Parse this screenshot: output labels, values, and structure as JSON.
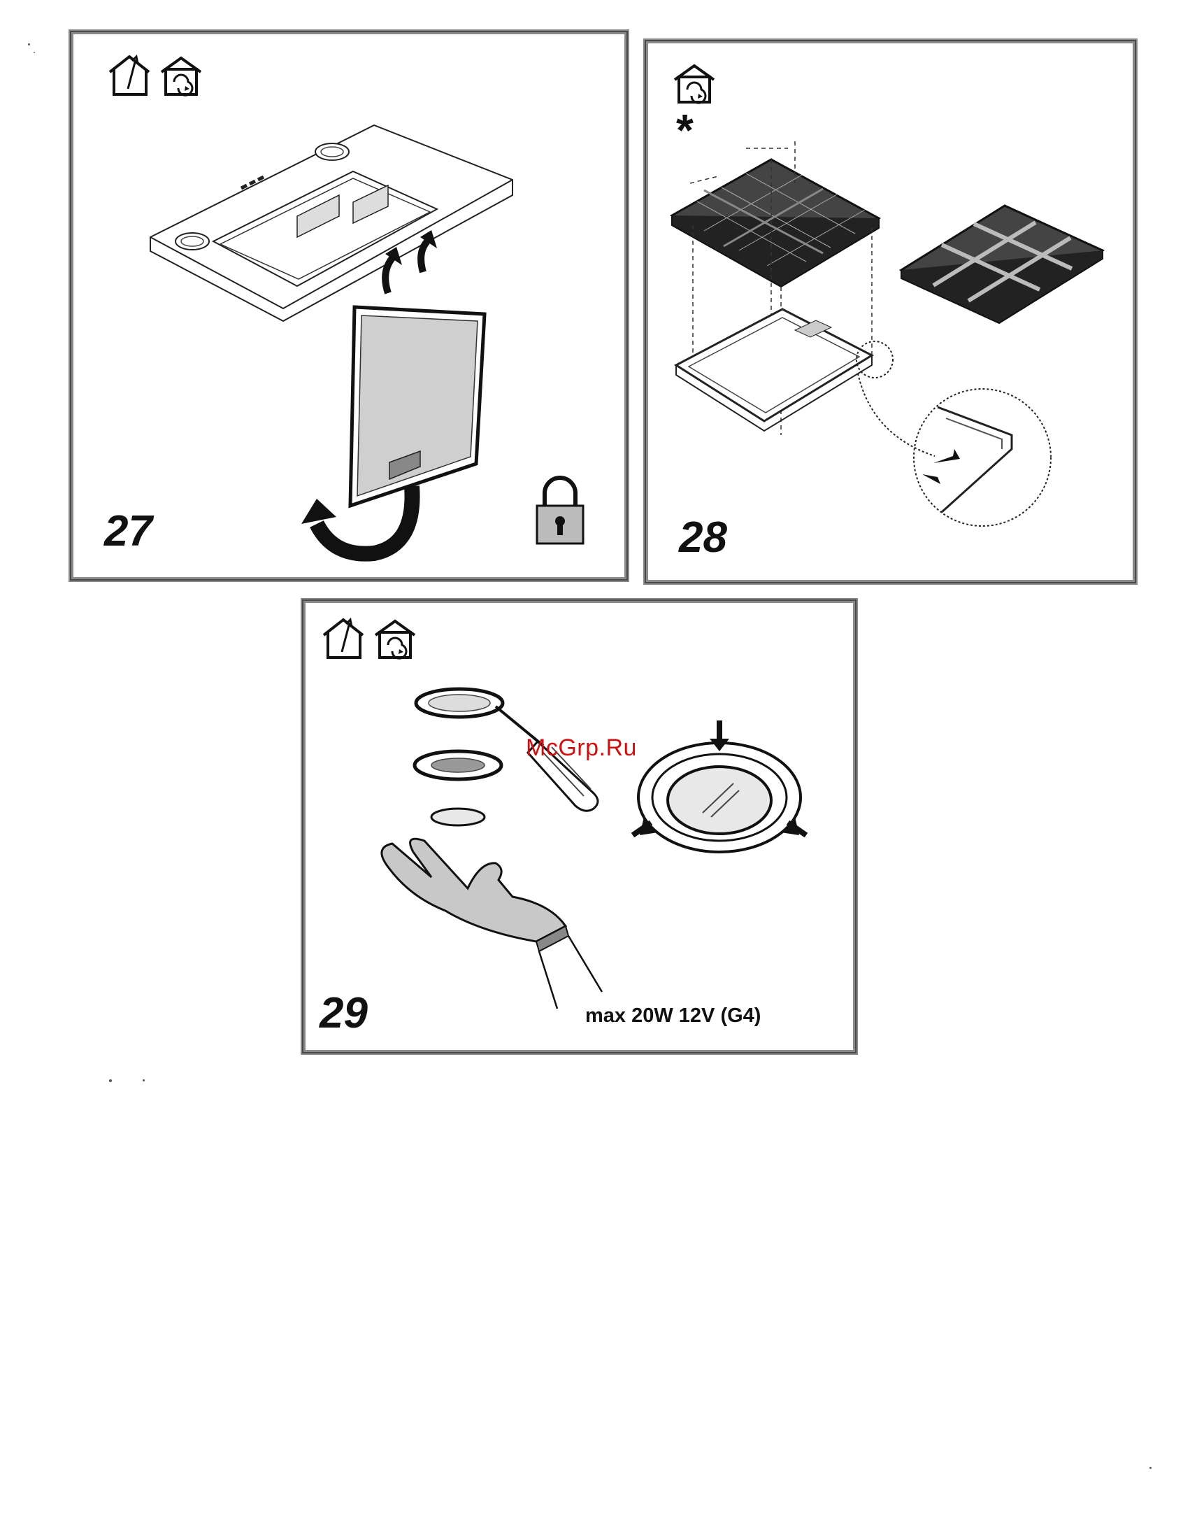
{
  "panels": [
    {
      "number": "27",
      "icons": [
        "ducted-house-icon",
        "recirculation-house-icon",
        "padlock-icon"
      ]
    },
    {
      "number": "28",
      "icons": [
        "recirculation-house-icon",
        "asterisk-icon"
      ],
      "marker": "*"
    },
    {
      "number": "29",
      "icons": [
        "ducted-house-icon",
        "recirculation-house-icon"
      ],
      "spec": "max 20W 12V (G4)"
    }
  ],
  "watermark": "McGrp.Ru",
  "colors": {
    "frame": "#8a8a8a",
    "ink": "#111111",
    "watermark": "#d01010"
  }
}
